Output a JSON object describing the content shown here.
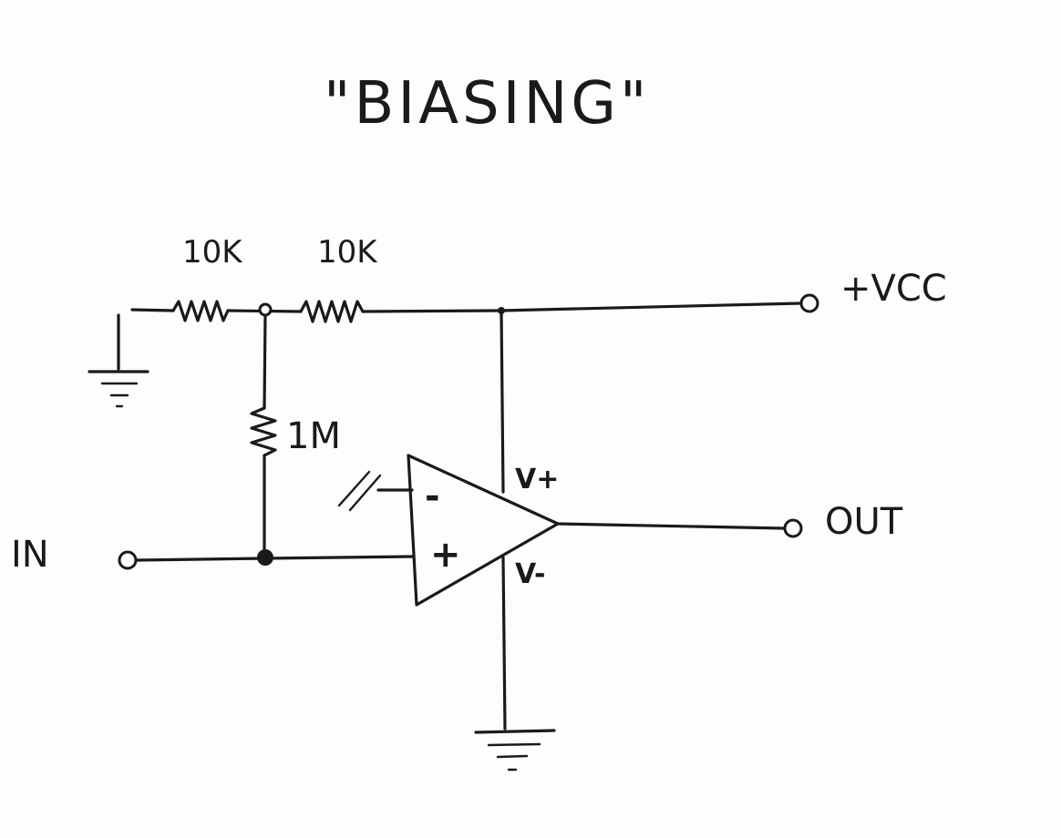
{
  "title": "\"BIASING\"",
  "components": {
    "r_left": {
      "value": "10K"
    },
    "r_right": {
      "value": "10K"
    },
    "r_bias": {
      "value": "1M"
    }
  },
  "terminals": {
    "vcc": "+VCC",
    "out": "OUT",
    "in": "IN"
  },
  "opamp": {
    "inverting": "-",
    "noninverting": "+",
    "v_plus": "V+",
    "v_minus": "V-"
  }
}
